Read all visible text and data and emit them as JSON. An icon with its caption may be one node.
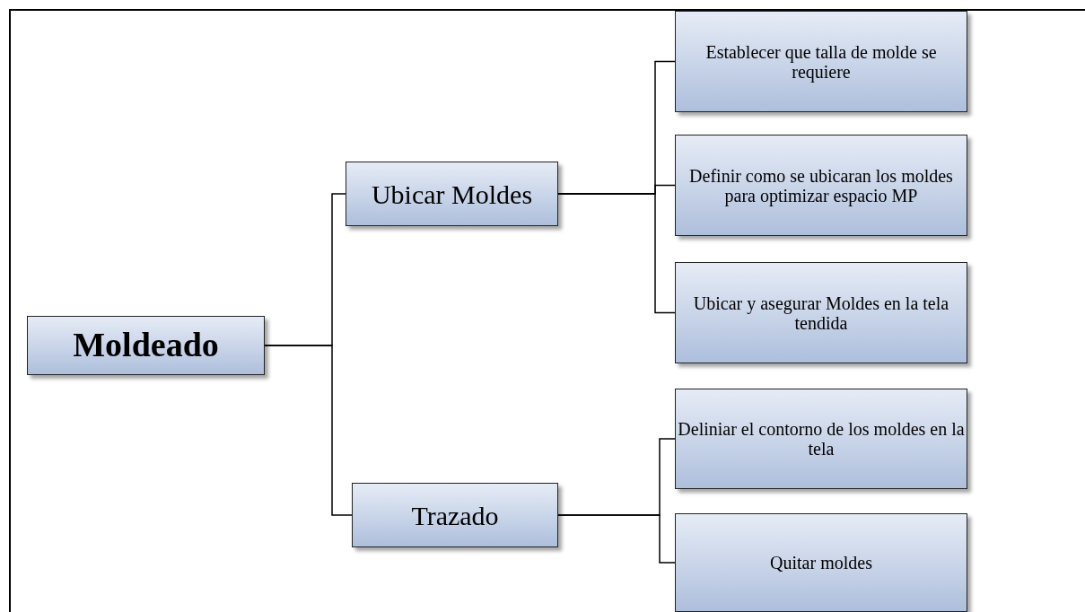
{
  "diagram": {
    "nodes": [
      {
        "text": [
          "Moldeado"
        ]
      },
      {
        "text": [
          "Ubicar Moldes"
        ]
      },
      {
        "text": [
          "Trazado"
        ]
      },
      {
        "text": [
          "Establecer que talla de molde se requiere"
        ]
      },
      {
        "text": [
          "Definir como se ubicaran los moldes para optimizar espacio MP"
        ]
      },
      {
        "text": [
          "Ubicar y asegurar Moldes en la tela tendida"
        ]
      },
      {
        "text": [
          "Deliniar el contorno de los moldes en la tela"
        ]
      },
      {
        "text": [
          "Quitar moldes"
        ]
      }
    ],
    "edges": [
      {
        "from": 0,
        "to": 1,
        "arrow": "none"
      },
      {
        "from": 0,
        "to": 2,
        "arrow": "none"
      },
      {
        "from": 1,
        "to": 3,
        "arrow": "none"
      },
      {
        "from": 1,
        "to": 4,
        "arrow": "none"
      },
      {
        "from": 1,
        "to": 5,
        "arrow": "none"
      },
      {
        "from": 2,
        "to": 6,
        "arrow": "none"
      },
      {
        "from": 2,
        "to": 7,
        "arrow": "none"
      }
    ]
  }
}
